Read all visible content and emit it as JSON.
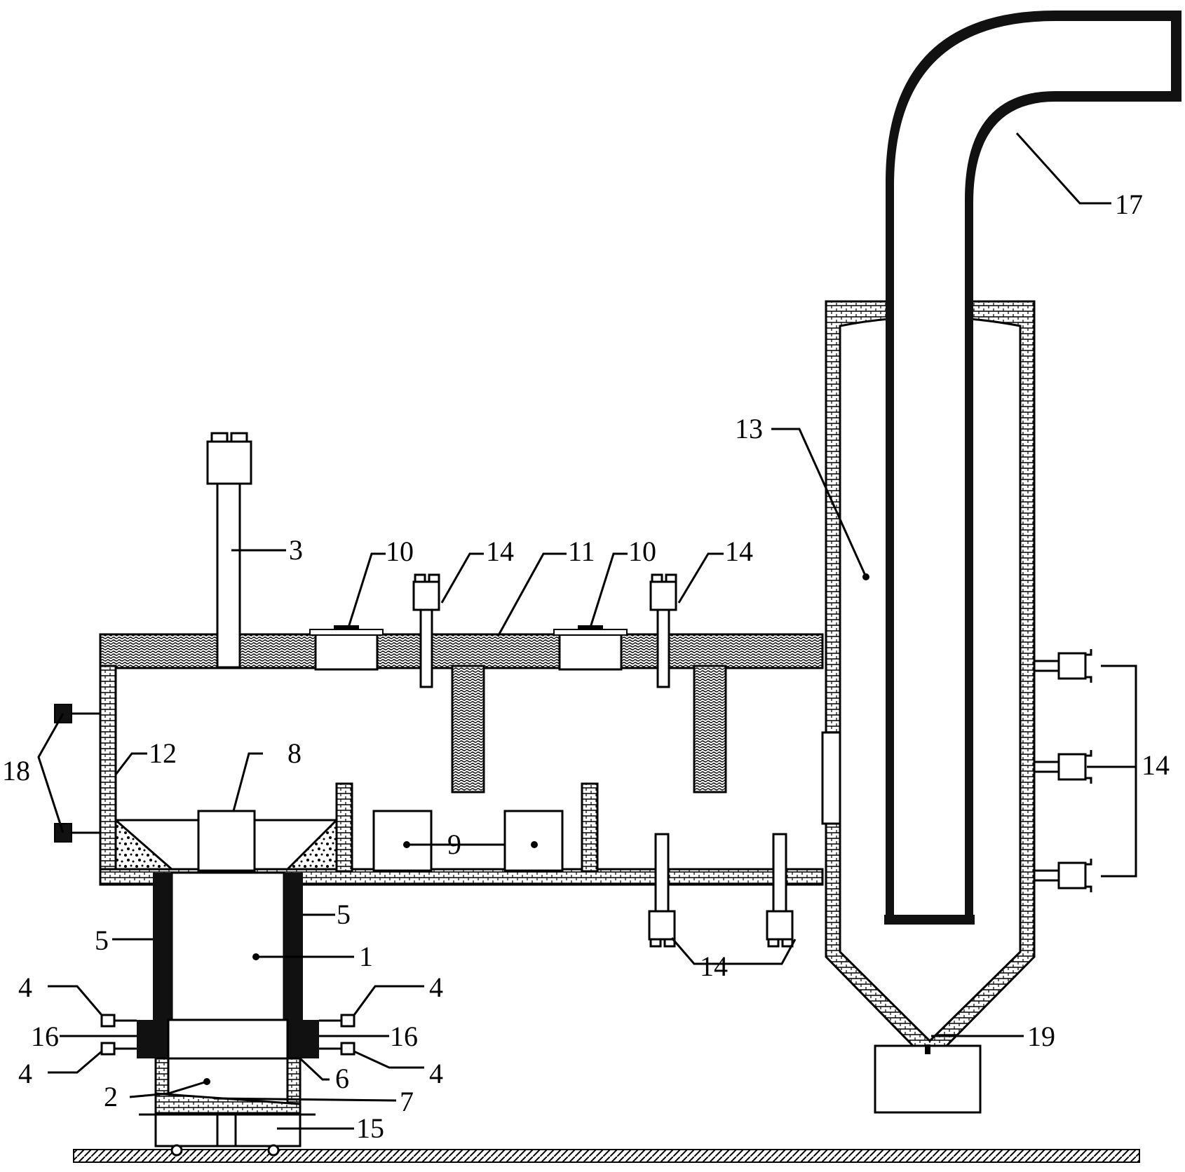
{
  "labels": {
    "l1": "1",
    "l2": "2",
    "l3": "3",
    "l4a": "4",
    "l4b": "4",
    "l4c": "4",
    "l4d": "4",
    "l5a": "5",
    "l5b": "5",
    "l6": "6",
    "l7": "7",
    "l8": "8",
    "l9": "9",
    "l10a": "10",
    "l10b": "10",
    "l11": "11",
    "l12": "12",
    "l13": "13",
    "l14a": "14",
    "l14b": "14",
    "l14c": "14",
    "l14d": "14",
    "l15": "15",
    "l16a": "16",
    "l16b": "16",
    "l17": "17",
    "l18": "18",
    "l19": "19"
  },
  "colors": {
    "line": "#000000",
    "fill_dark": "#111111",
    "background": "#ffffff"
  }
}
